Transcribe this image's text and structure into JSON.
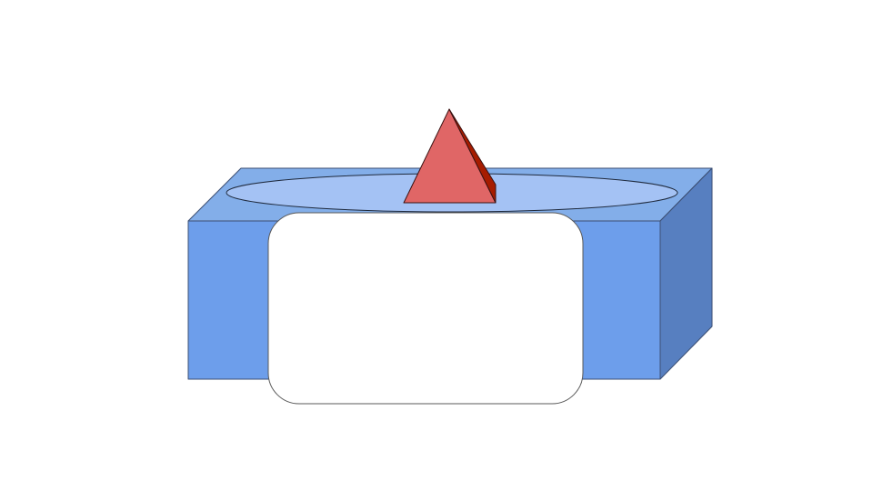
{
  "slide": {
    "background_color": "#ffffff"
  },
  "shapes": {
    "box": {
      "shape": "3d-box",
      "front_color": "#6d9eeb",
      "top_color": "#83aee9",
      "side_color": "#577fc0",
      "stroke_color": "#3c4f73"
    },
    "ellipse": {
      "shape": "ellipse",
      "fill_color": "#a4c2f4",
      "stroke_color": "#1f2a3d"
    },
    "pyramid": {
      "shape": "pyramid",
      "front_color": "#e06666",
      "side_color": "#a61c00",
      "stroke_color": "#3a1212"
    },
    "rounded_rect": {
      "shape": "rounded-rectangle",
      "fill_color": "#ffffff",
      "stroke_color": "#595959",
      "text": ""
    }
  }
}
